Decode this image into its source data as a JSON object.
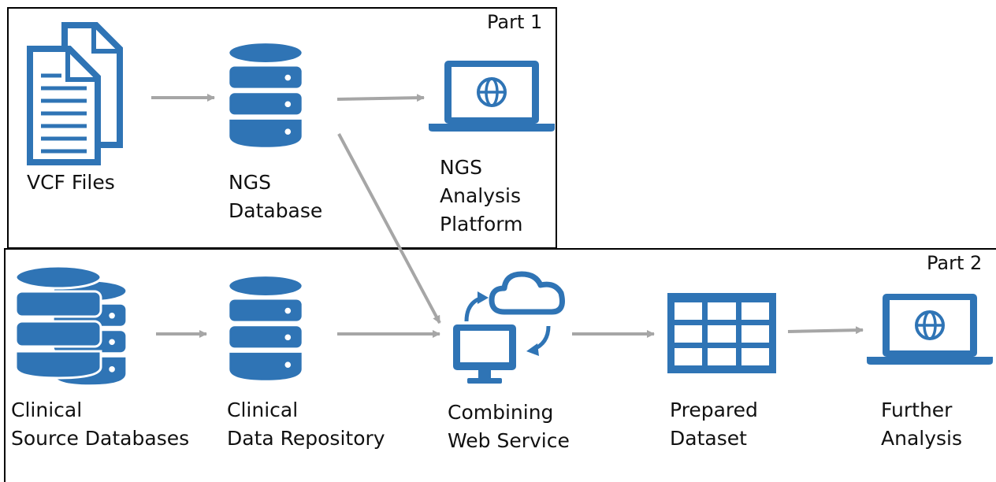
{
  "colors": {
    "icon": "#2f74b5",
    "arrow": "#a6a6a6",
    "frame": "#000000",
    "text": "#111111"
  },
  "part1": {
    "title": "Part 1"
  },
  "part2": {
    "title": "Part 2"
  },
  "nodes": {
    "vcf_files": {
      "icon": "documents-icon",
      "lines": [
        "VCF Files"
      ]
    },
    "ngs_database": {
      "icon": "database-icon",
      "lines": [
        "NGS",
        "Database"
      ]
    },
    "ngs_platform": {
      "icon": "laptop-globe-icon",
      "lines": [
        "NGS",
        "Analysis",
        "Platform"
      ]
    },
    "clinical_sources": {
      "icon": "stacked-databases-icon",
      "lines": [
        "Clinical",
        "Source Databases"
      ]
    },
    "clinical_repository": {
      "icon": "database-icon",
      "lines": [
        "Clinical",
        "Data Repository"
      ]
    },
    "web_service": {
      "icon": "cloud-computer-sync-icon",
      "lines": [
        "Combining",
        "Web Service"
      ]
    },
    "prepared_dataset": {
      "icon": "table-grid-icon",
      "lines": [
        "Prepared",
        "Dataset"
      ]
    },
    "further_analysis": {
      "icon": "laptop-globe-icon",
      "lines": [
        "Further",
        "Analysis"
      ]
    }
  }
}
